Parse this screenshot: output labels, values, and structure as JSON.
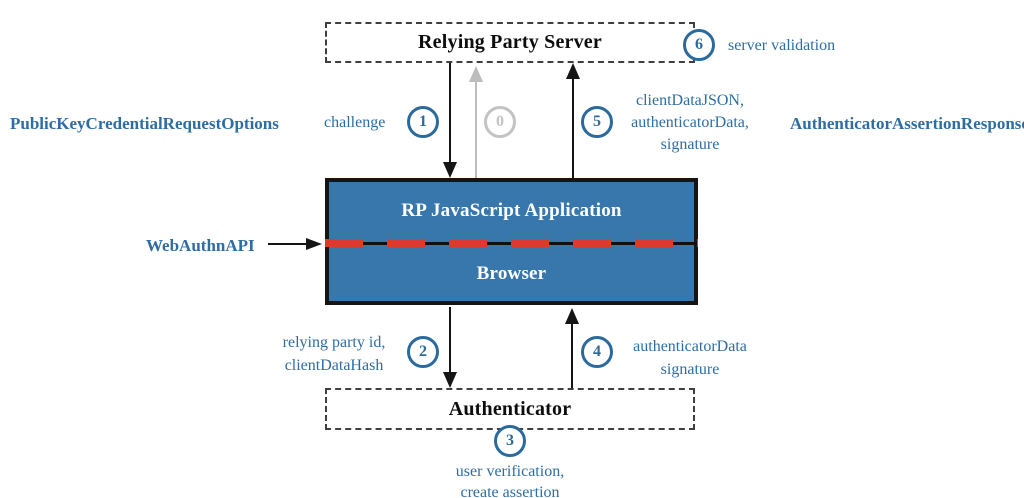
{
  "colors": {
    "blue_text": "#2e6da4",
    "circle_blue": "#2b6a9d",
    "circle_gray": "#c3c3c3",
    "box_fill": "#3877ac",
    "red_dash": "#da3b2b",
    "arrow_black": "#151515",
    "arrow_gray": "#bcbcbc",
    "dash_border": "#3f3f3f"
  },
  "nodes": {
    "rp_server": "Relying Party Server",
    "rp_js_app": "RP JavaScript Application",
    "browser": "Browser",
    "authenticator": "Authenticator"
  },
  "side_labels": {
    "request_options": "PublicKeyCredentialRequestOptions",
    "assertion_response": "AuthenticatorAssertionResponse",
    "webauthn_api": "WebAuthnAPI"
  },
  "steps": {
    "s0": {
      "num": "0"
    },
    "s1": {
      "num": "1",
      "label": "challenge"
    },
    "s2": {
      "num": "2",
      "lines": [
        "relying party id,",
        "clientDataHash"
      ]
    },
    "s3": {
      "num": "3",
      "lines": [
        "user verification,",
        "create assertion"
      ]
    },
    "s4": {
      "num": "4",
      "lines": [
        "authenticatorData",
        "signature"
      ]
    },
    "s5": {
      "num": "5",
      "lines": [
        "clientDataJSON,",
        "authenticatorData,",
        "signature"
      ]
    },
    "s6": {
      "num": "6",
      "label": "server validation"
    }
  }
}
